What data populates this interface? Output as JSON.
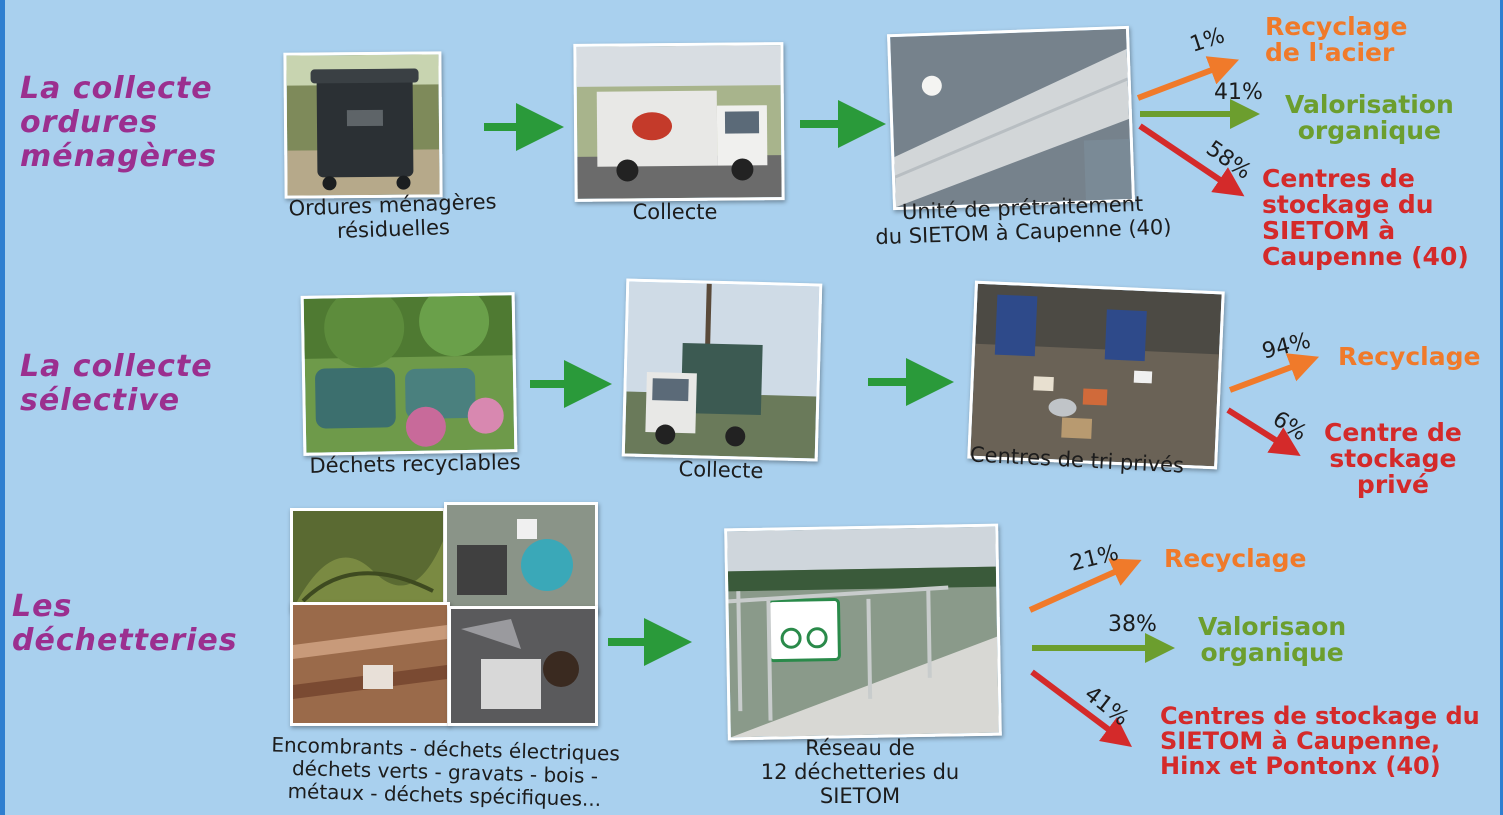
{
  "rows": [
    {
      "title": [
        "La collecte",
        "ordures",
        "ménagères"
      ],
      "steps": [
        {
          "caption": [
            "Ordures ménagères",
            "résiduelles"
          ]
        },
        {
          "caption": [
            "Collecte"
          ]
        },
        {
          "caption": [
            "Unité de prétraitement",
            "du SIETOM à Caupenne (40)"
          ]
        }
      ],
      "outputs": [
        {
          "pct": "1%",
          "label": [
            "Recyclage",
            "de l'acier"
          ],
          "color": "#f07a2a"
        },
        {
          "pct": "41%",
          "label": [
            "Valorisation",
            "organique"
          ],
          "color": "#6c9e2e"
        },
        {
          "pct": "58%",
          "label": [
            "Centres de",
            "stockage du",
            "SIETOM à",
            "Caupenne (40)"
          ],
          "color": "#d42a2a"
        }
      ]
    },
    {
      "title": [
        "La collecte",
        "sélective"
      ],
      "steps": [
        {
          "caption": [
            "Déchets recyclables"
          ]
        },
        {
          "caption": [
            "Collecte"
          ]
        },
        {
          "caption": [
            "Centres de tri privés"
          ]
        }
      ],
      "outputs": [
        {
          "pct": "94%",
          "label": [
            "Recyclage"
          ],
          "color": "#f07a2a"
        },
        {
          "pct": "6%",
          "label": [
            "Centre de",
            "stockage",
            "privé"
          ],
          "color": "#d42a2a"
        }
      ]
    },
    {
      "title": [
        "Les",
        "déchetteries"
      ],
      "steps": [
        {
          "caption": [
            "Encombrants - déchets électriques",
            "déchets verts - gravats - bois -",
            "métaux - déchets spécifiques..."
          ]
        },
        {
          "caption": [
            "Réseau de",
            "12 déchetteries du",
            "SIETOM"
          ]
        }
      ],
      "outputs": [
        {
          "pct": "21%",
          "label": [
            "Recyclage"
          ],
          "color": "#f07a2a"
        },
        {
          "pct": "38%",
          "label": [
            "Valorisaon",
            "organique"
          ],
          "color": "#6c9e2e"
        },
        {
          "pct": "41%",
          "label": [
            "Centres de stockage du",
            "SIETOM à Caupenne,",
            "Hinx et Pontonx (40)"
          ],
          "color": "#d42a2a"
        }
      ]
    }
  ],
  "colors": {
    "title": "#9b2f8f",
    "flow_arrow": "#2a9a3a",
    "orange": "#f07a2a",
    "green": "#6c9e2e",
    "red": "#d42a2a",
    "background": "#a9d0ee"
  }
}
